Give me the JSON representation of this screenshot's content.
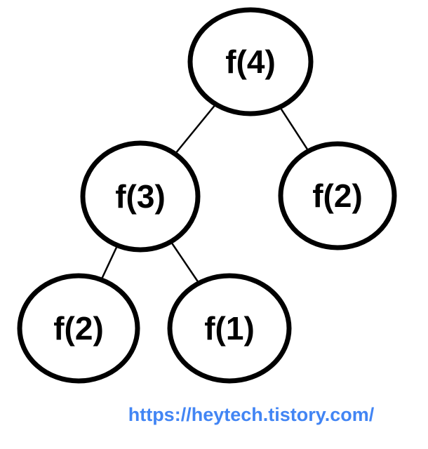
{
  "diagram": {
    "type": "tree",
    "nodes": [
      {
        "id": "f4",
        "label": "f(4)"
      },
      {
        "id": "f3",
        "label": "f(3)"
      },
      {
        "id": "f2-right",
        "label": "f(2)"
      },
      {
        "id": "f2-left",
        "label": "f(2)"
      },
      {
        "id": "f1",
        "label": "f(1)"
      }
    ],
    "edges": [
      {
        "from": "f4",
        "to": "f3"
      },
      {
        "from": "f4",
        "to": "f2-right"
      },
      {
        "from": "f3",
        "to": "f2-left"
      },
      {
        "from": "f3",
        "to": "f1"
      }
    ],
    "node_stroke_color": "#000000",
    "node_fill_color": "#ffffff",
    "label_color": "#000000",
    "edge_color": "#000000"
  },
  "footer": {
    "url_text": "https://heytech.tistory.com/",
    "url_color": "#4285f4"
  }
}
